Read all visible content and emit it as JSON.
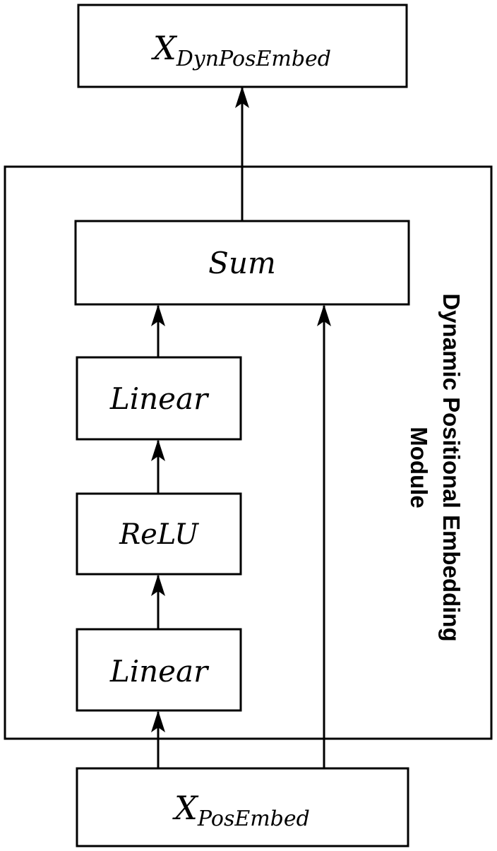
{
  "nodes": {
    "output": {
      "base": "X",
      "subscript": "DynPosEmbed"
    },
    "sum": {
      "label": "Sum"
    },
    "linear_top": {
      "label": "Linear"
    },
    "relu": {
      "label": "ReLU"
    },
    "linear_bottom": {
      "label": "Linear"
    },
    "input": {
      "base": "X",
      "subscript": "PosEmbed"
    }
  },
  "module": {
    "label_line1": "Dynamic Positional Embedding",
    "label_line2": "Module"
  },
  "edges": [
    {
      "from": "input",
      "to": "linear_bottom"
    },
    {
      "from": "linear_bottom",
      "to": "relu"
    },
    {
      "from": "relu",
      "to": "linear_top"
    },
    {
      "from": "linear_top",
      "to": "sum"
    },
    {
      "from": "input",
      "to": "sum",
      "kind": "skip"
    },
    {
      "from": "sum",
      "to": "output"
    }
  ],
  "colors": {
    "stroke": "#000000",
    "fill": "#ffffff"
  }
}
